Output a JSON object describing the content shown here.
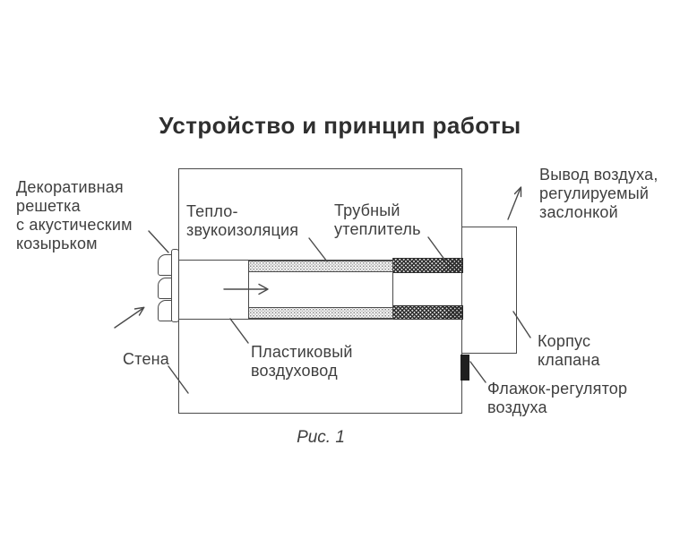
{
  "page": {
    "title": "Устройство и принцип работы",
    "caption": "Рис. 1"
  },
  "labels": {
    "decorative_grille": "Декоративная\nрешетка\nс акустическим\nкозырьком",
    "heat_sound_insulation": "Тепло-\nзвукоизоляция",
    "pipe_insulation": "Трубный\nутеплитель",
    "air_outlet": "Вывод воздуха,\nрегулируемый\nзаслонкой",
    "valve_body": "Корпус\nклапана",
    "air_flag_regulator": "Флажок-регулятор\nвоздуха",
    "wall": "Стена",
    "plastic_duct": "Пластиковый\nвоздуховод"
  },
  "colors": {
    "line": "#4a4a4a",
    "text": "#3f3f3f",
    "title": "#2f2f2f",
    "flag": "#1f1f1f",
    "background": "#ffffff"
  }
}
